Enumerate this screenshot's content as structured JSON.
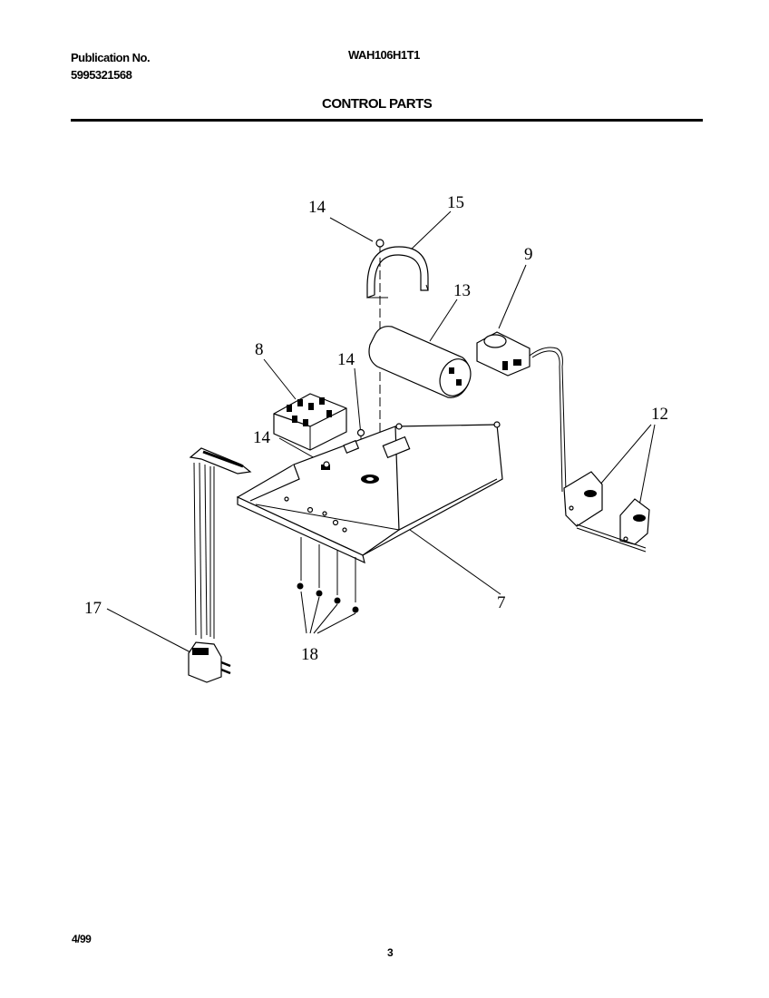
{
  "header": {
    "publication_label": "Publication No.",
    "publication_number": "5995321568",
    "model": "WAH106H1T1",
    "title": "CONTROL PARTS"
  },
  "footer": {
    "date": "4/99",
    "page_number": "3"
  },
  "callouts": {
    "c14a": "14",
    "c15": "15",
    "c9": "9",
    "c13": "13",
    "c8": "8",
    "c14b": "14",
    "c14c": "14",
    "c12": "12",
    "c17": "17",
    "c7": "7",
    "c18": "18"
  }
}
